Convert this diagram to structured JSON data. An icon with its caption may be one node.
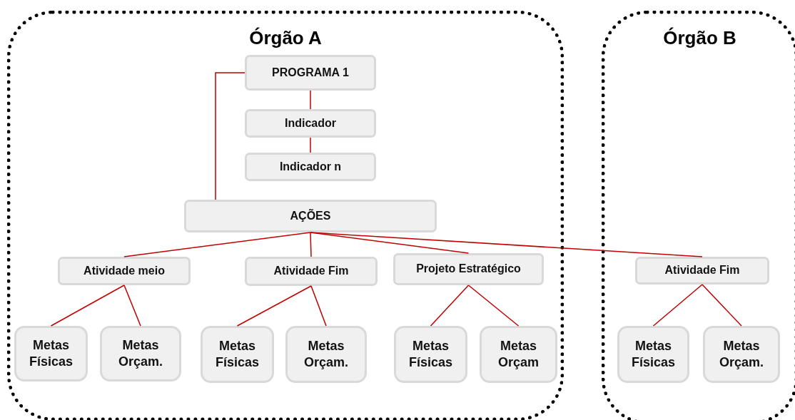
{
  "diagram": {
    "nodes": [
      {
        "text": [
          "Órgão A"
        ]
      },
      {
        "text": [
          "Órgão B"
        ]
      },
      {
        "text": [
          "PROGRAMA 1"
        ],
        "in": 0
      },
      {
        "text": [
          "Indicador"
        ],
        "in": 0
      },
      {
        "text": [
          "Indicador n"
        ],
        "in": 0
      },
      {
        "text": [
          "AÇÕES"
        ],
        "in": 0
      },
      {
        "text": [
          "Atividade meio"
        ],
        "in": 0
      },
      {
        "text": [
          "Atividade Fim"
        ],
        "in": 0
      },
      {
        "text": [
          "Projeto Estratégico"
        ],
        "in": 0
      },
      {
        "text": [
          "Atividade Fim"
        ],
        "in": 1
      },
      {
        "text": [
          "Metas Físicas"
        ],
        "in": 0
      },
      {
        "text": [
          "Metas Orçam."
        ],
        "in": 0
      },
      {
        "text": [
          "Metas Físicas"
        ],
        "in": 0
      },
      {
        "text": [
          "Metas Orçam."
        ],
        "in": 0
      },
      {
        "text": [
          "Metas Físicas"
        ],
        "in": 0
      },
      {
        "text": [
          "Metas Orçam"
        ],
        "in": 0
      },
      {
        "text": [
          "Metas Físicas"
        ],
        "in": 1
      },
      {
        "text": [
          "Metas Orçam."
        ],
        "in": 1
      }
    ],
    "edges": [
      {
        "from": 2,
        "to": 3,
        "arrow": "none"
      },
      {
        "from": 3,
        "to": 4,
        "arrow": "none"
      },
      {
        "from": 2,
        "to": 5,
        "arrow": "none"
      },
      {
        "from": 5,
        "to": 6,
        "arrow": "none"
      },
      {
        "from": 5,
        "to": 7,
        "arrow": "none"
      },
      {
        "from": 5,
        "to": 8,
        "arrow": "none"
      },
      {
        "from": 5,
        "to": 9,
        "arrow": "none"
      },
      {
        "from": 6,
        "to": 10,
        "arrow": "none"
      },
      {
        "from": 6,
        "to": 11,
        "arrow": "none"
      },
      {
        "from": 7,
        "to": 12,
        "arrow": "none"
      },
      {
        "from": 7,
        "to": 13,
        "arrow": "none"
      },
      {
        "from": 8,
        "to": 14,
        "arrow": "none"
      },
      {
        "from": 8,
        "to": 15,
        "arrow": "none"
      },
      {
        "from": 9,
        "to": 16,
        "arrow": "none"
      },
      {
        "from": 9,
        "to": 17,
        "arrow": "none"
      }
    ]
  }
}
